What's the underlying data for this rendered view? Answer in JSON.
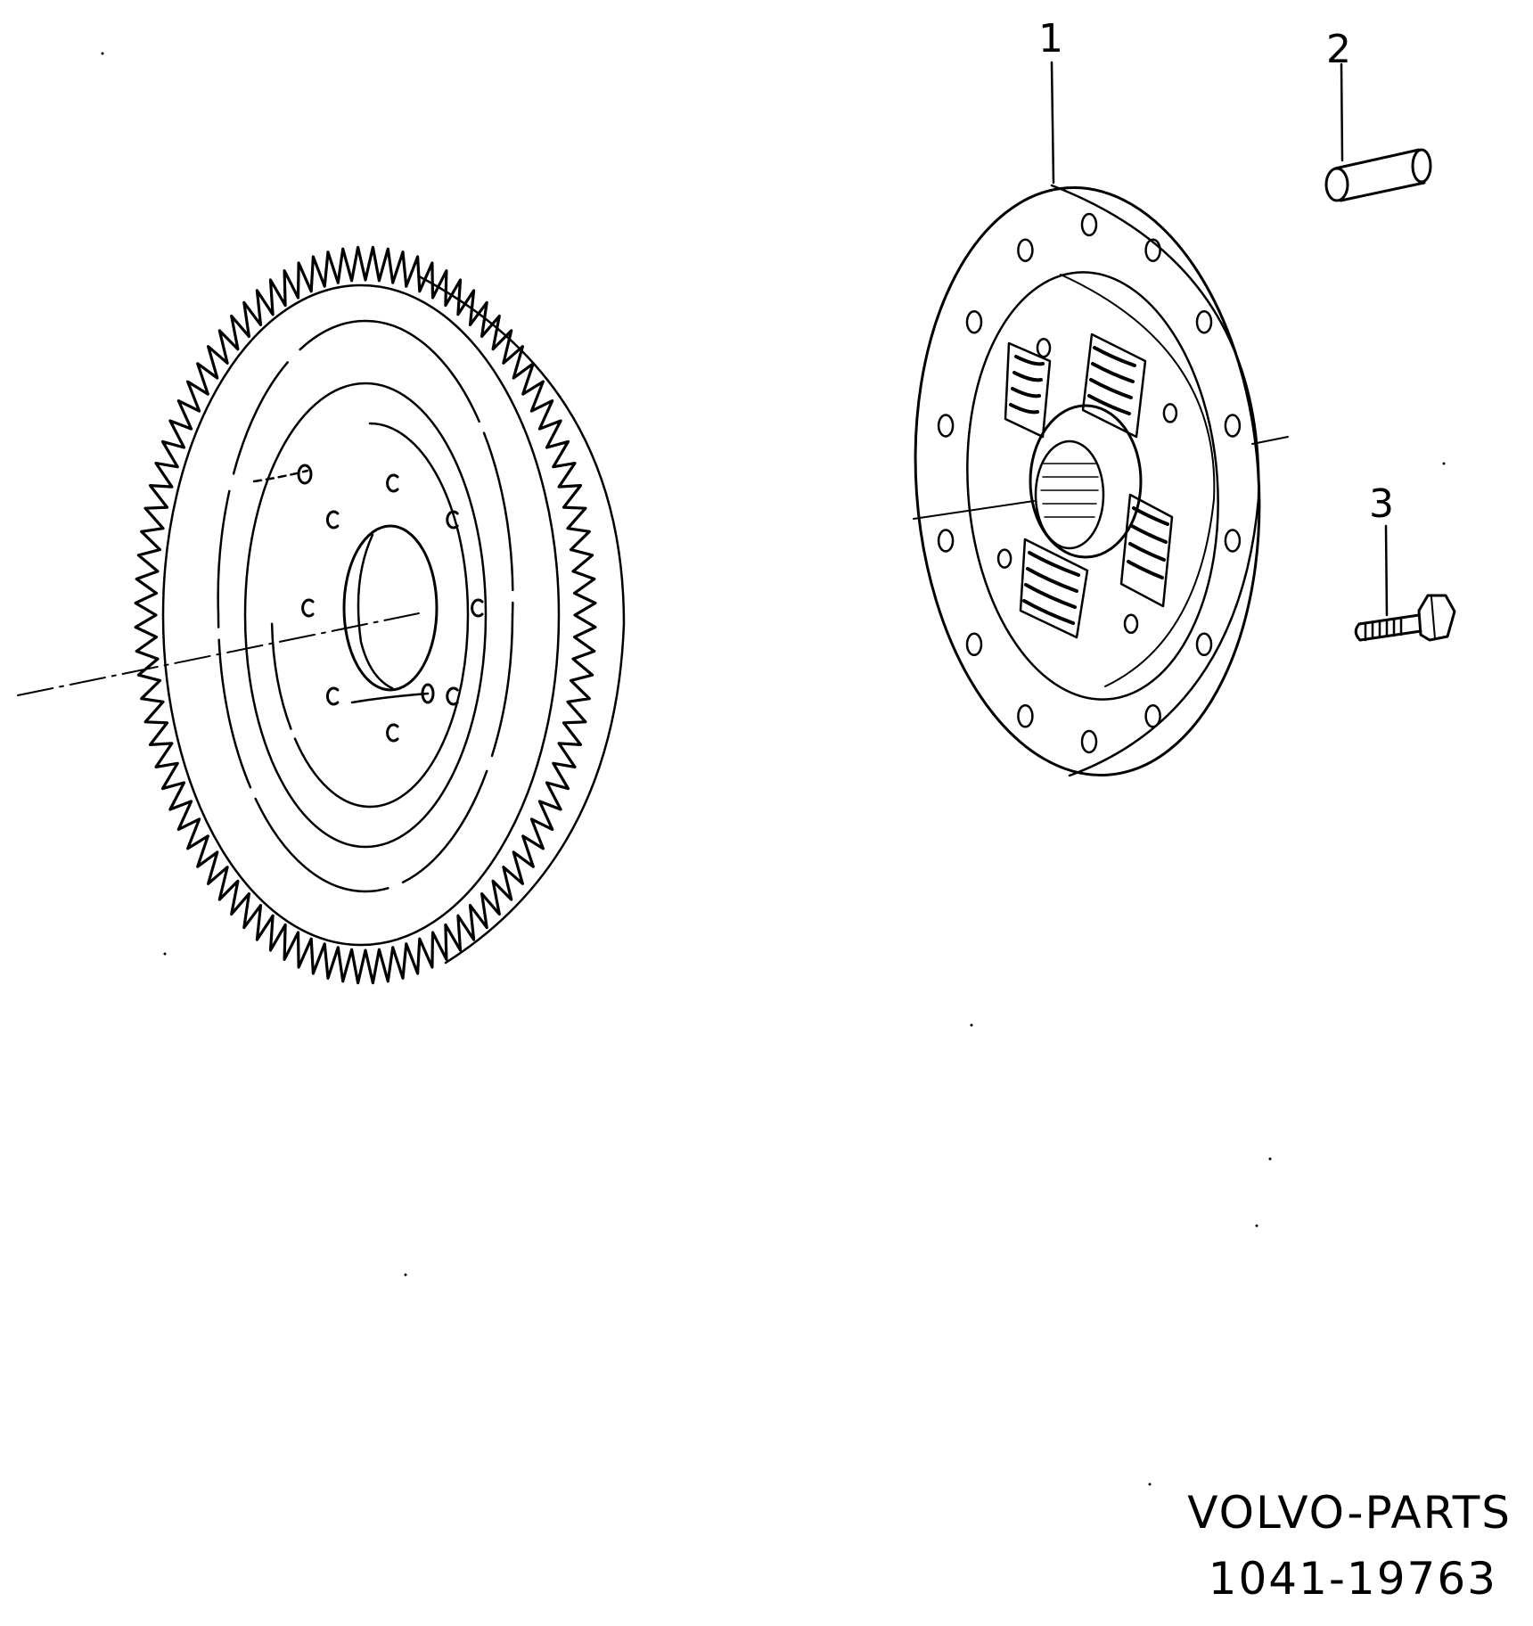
{
  "diagram": {
    "parts": [
      {
        "number": "1",
        "icon": "clutch-disc-icon"
      },
      {
        "number": "2",
        "icon": "dowel-pin-icon"
      },
      {
        "number": "3",
        "icon": "bolt-icon"
      }
    ],
    "other_components": [
      "flywheel-icon"
    ],
    "line_color": "#000000",
    "background": "#ffffff"
  },
  "footer": {
    "brand": "VOLVO-PARTS",
    "reference": "1041-19763"
  }
}
